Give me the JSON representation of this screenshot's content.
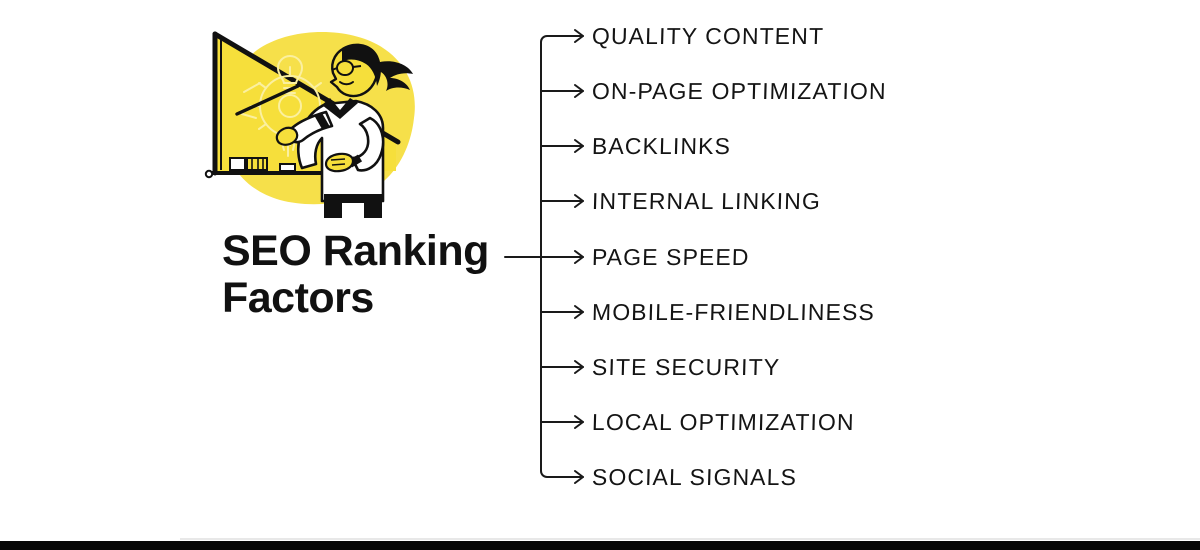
{
  "page": {
    "background_color": "#ffffff",
    "accent_color": "#F6DF3B",
    "ink_color": "#111111"
  },
  "title": {
    "line1": "SEO Ranking",
    "line2": "Factors",
    "full": "SEO Ranking Factors"
  },
  "illustration": {
    "alt": "Woman with ponytail and glasses pointing a stick at a yellow presentation board showing a lightbulb and gear sketch",
    "board_color": "#F6DF3B",
    "blob_color": "#F6E04A",
    "frame_color": "#111111",
    "skin_color": "#F6DF3B",
    "shirt_color": "#ffffff",
    "hair_color": "#111111"
  },
  "list": {
    "spine_color": "#1a1a1a",
    "items": [
      {
        "label": "Quality Content"
      },
      {
        "label": "On-Page Optimization"
      },
      {
        "label": "Backlinks"
      },
      {
        "label": "Internal Linking"
      },
      {
        "label": "Page Speed"
      },
      {
        "label": "Mobile-Friendliness"
      },
      {
        "label": "Site Security"
      },
      {
        "label": "Local Optimization"
      },
      {
        "label": "Social Signals"
      }
    ]
  },
  "footer": {
    "bar_color": "#070707",
    "hairline_color": "#e8e8e8"
  }
}
